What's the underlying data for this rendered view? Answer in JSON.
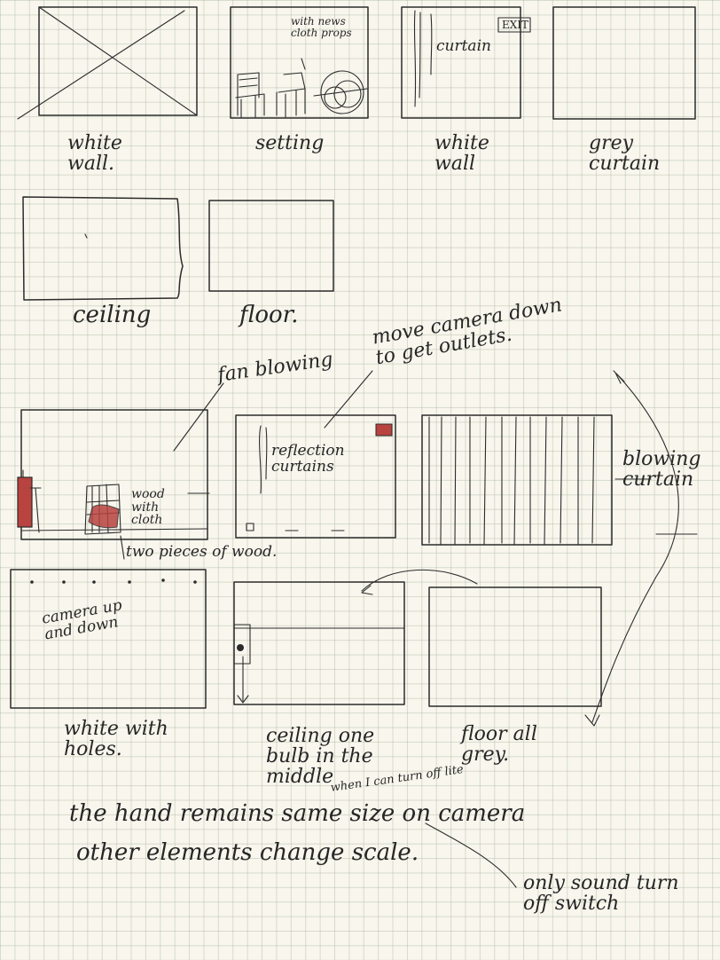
{
  "storyboard": {
    "row1": [
      {
        "caption": "white wall."
      },
      {
        "caption": "setting",
        "notes": "with news cloth props"
      },
      {
        "caption": "white wall",
        "notes": "curtain",
        "sign": "EXIT"
      },
      {
        "caption": "grey curtain"
      }
    ],
    "row2": [
      {
        "caption": "ceiling"
      },
      {
        "caption": "floor."
      }
    ],
    "row3_notes": {
      "fan": "fan blowing",
      "camera": "move camera down to get outlets.",
      "wood": "wood with cloth",
      "pieces": "two pieces of wood.",
      "reflection": "reflection curtains",
      "blowing": "blowing curtain"
    },
    "row4": [
      {
        "caption": "white with holes.",
        "notes": "camera up and down"
      },
      {
        "caption": "ceiling one bulb in the middle",
        "notes": "when I can turn off lite"
      },
      {
        "caption": "floor all grey."
      }
    ],
    "bottom_text": {
      "line1": "the hand remains same size on camera",
      "line2": "other elements change scale.",
      "line3": "only sound turn off switch"
    }
  },
  "colors": {
    "ink": "#2b2b2b",
    "paper": "#f8f6ed",
    "grid": "#a0af96",
    "red": "#b8433f"
  }
}
